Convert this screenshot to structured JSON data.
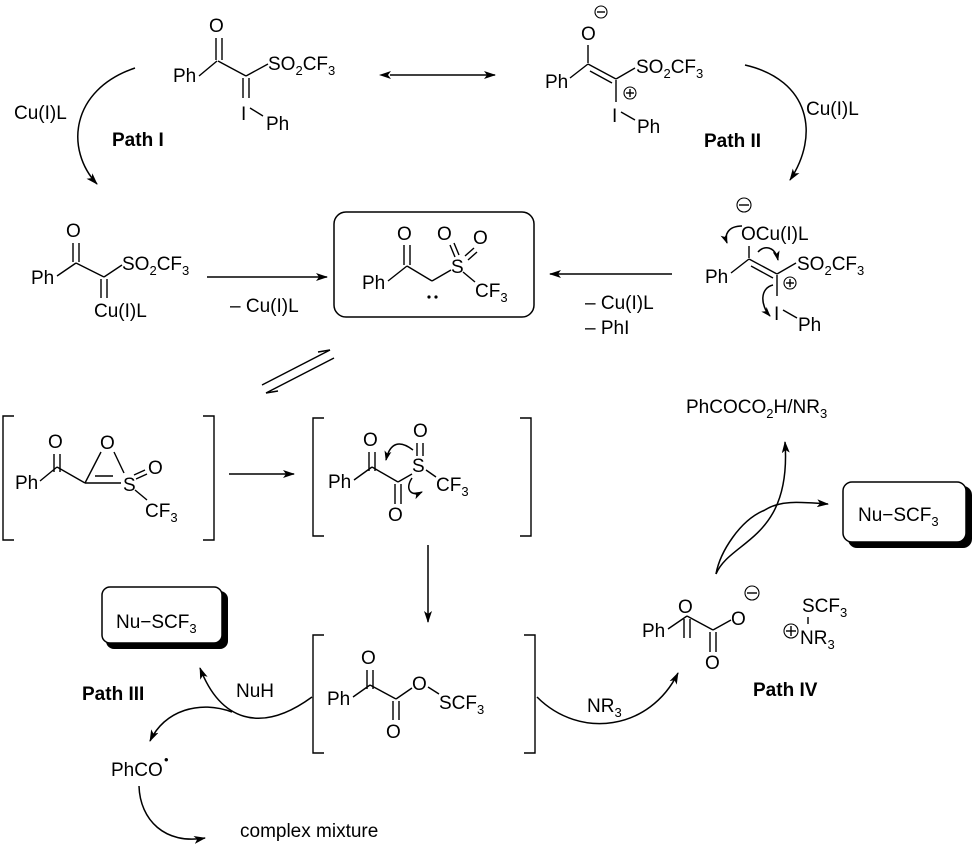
{
  "scheme": {
    "title": "Proposed mechanism for trifluoromethylthiolation via trifluoromethanesulfonyl iodonium ylide",
    "colors": {
      "ink": "#000000",
      "background": "#ffffff"
    },
    "paths": {
      "path1": "Path I",
      "path2": "Path II",
      "path3": "Path III",
      "path4": "Path IV"
    },
    "reagents": {
      "cu_top_left": "Cu(I)L",
      "cu_top_right": "Cu(I)L",
      "minus_cu_left": "– Cu(I)L",
      "minus_cu_right": "– Cu(I)L",
      "minus_phi": "– PhI",
      "nuh": "NuH",
      "nr3_base": "NR",
      "nr3_sub": "3"
    },
    "atoms": {
      "ph": "Ph",
      "o": "O",
      "i": "I",
      "s": "S",
      "cf": "CF",
      "so": "SO",
      "two": "2",
      "three": "3",
      "cu": "Cu(I)L",
      "ocu": "OCu(I)L",
      "scf": "SCF",
      "nr": "NR",
      "minus": "−",
      "plus": "+"
    },
    "products": {
      "nu_scf3_left": {
        "base": "Nu−SCF",
        "sub": "3"
      },
      "nu_scf3_right": {
        "base": "Nu−SCF",
        "sub": "3"
      },
      "phcoco2h_a": "PhCOCO",
      "phcoco2h_sub": "2",
      "phcoco2h_b": "H/NR",
      "phcoco2h_sub2": "3",
      "phco_radical": "PhCO",
      "radical_dot": "•",
      "complex_mixture": "complex mixture"
    }
  }
}
